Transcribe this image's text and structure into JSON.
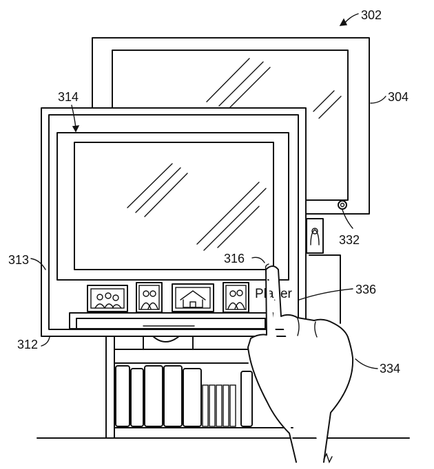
{
  "labels": {
    "fig": "302",
    "tv": "304",
    "tablet_screen": "314",
    "tablet_frame": "313",
    "tablet": "312",
    "touch_point": "316",
    "tv_button": "332",
    "hand": "334",
    "line": "336",
    "screen_text": "Player"
  },
  "colors": {
    "ink": "#111111",
    "background": "#ffffff"
  },
  "icons": [
    "group-photo-icon",
    "family-photo-icon",
    "house-photo-icon",
    "couple-photo-icon",
    "portrait-photo-icon"
  ]
}
